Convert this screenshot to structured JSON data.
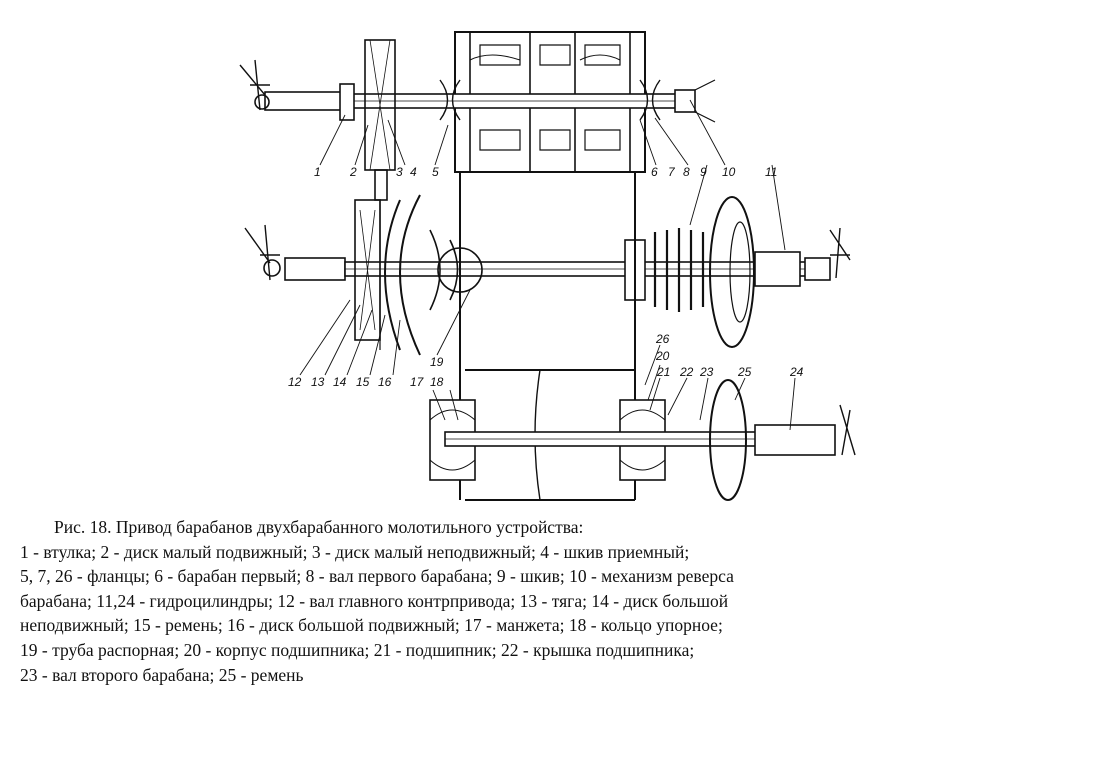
{
  "figure": {
    "labels": [
      "1",
      "2",
      "3",
      "4",
      "5",
      "6",
      "7",
      "8",
      "9",
      "10",
      "11",
      "12",
      "13",
      "14",
      "15",
      "16",
      "17",
      "18",
      "19",
      "20",
      "21",
      "22",
      "23",
      "24",
      "25",
      "26"
    ]
  },
  "caption": {
    "title": "Рис. 18. Привод барабанов двухбарабанного молотильного устройства:",
    "lines": [
      "1 - втулка; 2 - диск малый подвижный; 3 - диск  малый  неподвижный; 4 - шкив приемный;",
      "5, 7, 26 - фланцы; 6 - барабан первый; 8 - вал первого барабана; 9 - шкив; 10 - механизм реверса",
      "барабана; 11,24 - гидроцилиндры; 12 - вал главного контрпривода; 13 - тяга; 14 - диск большой",
      "неподвижный; 15 - ремень; 16 - диск большой подвижный; 17 - манжета; 18 - кольцо упорное;",
      "19 - труба распорная; 20 - корпус подшипника; 21 - подшипник; 22 - крышка подшипника;",
      "23 - вал второго барабана; 25 - ремень"
    ]
  }
}
